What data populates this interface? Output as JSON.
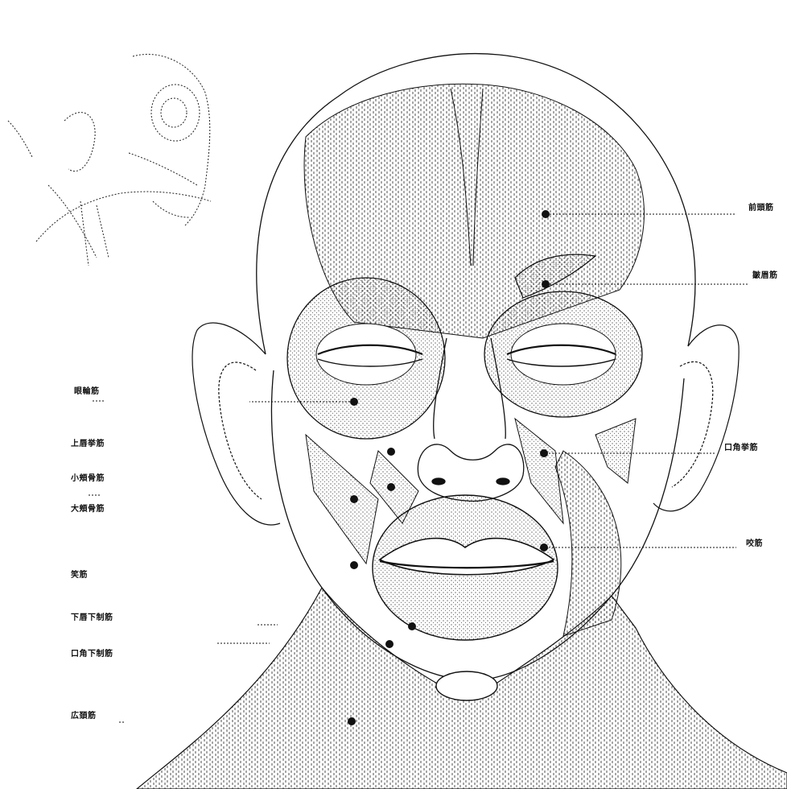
{
  "diagram": {
    "left_labels": [
      {
        "id": "orbicularis-oculi",
        "text": "眼輪筋"
      },
      {
        "id": "levator-labii",
        "text": "上唇挙筋"
      },
      {
        "id": "zygomaticus-minor",
        "text": "小頬骨筋"
      },
      {
        "id": "zygomaticus-major",
        "text": "大頬骨筋"
      },
      {
        "id": "risorius",
        "text": "笑筋"
      },
      {
        "id": "depressor-labii",
        "text": "下唇下制筋"
      },
      {
        "id": "depressor-anguli",
        "text": "口角下制筋"
      },
      {
        "id": "platysma",
        "text": "広頚筋"
      }
    ],
    "right_labels": [
      {
        "id": "frontalis",
        "text": "前頭筋"
      },
      {
        "id": "corrugator",
        "text": "皺眉筋"
      },
      {
        "id": "levator-anguli",
        "text": "口角挙筋"
      },
      {
        "id": "masseter",
        "text": "咬筋"
      }
    ],
    "colors": {
      "ink": "#111111",
      "paper": "#ffffff"
    }
  }
}
